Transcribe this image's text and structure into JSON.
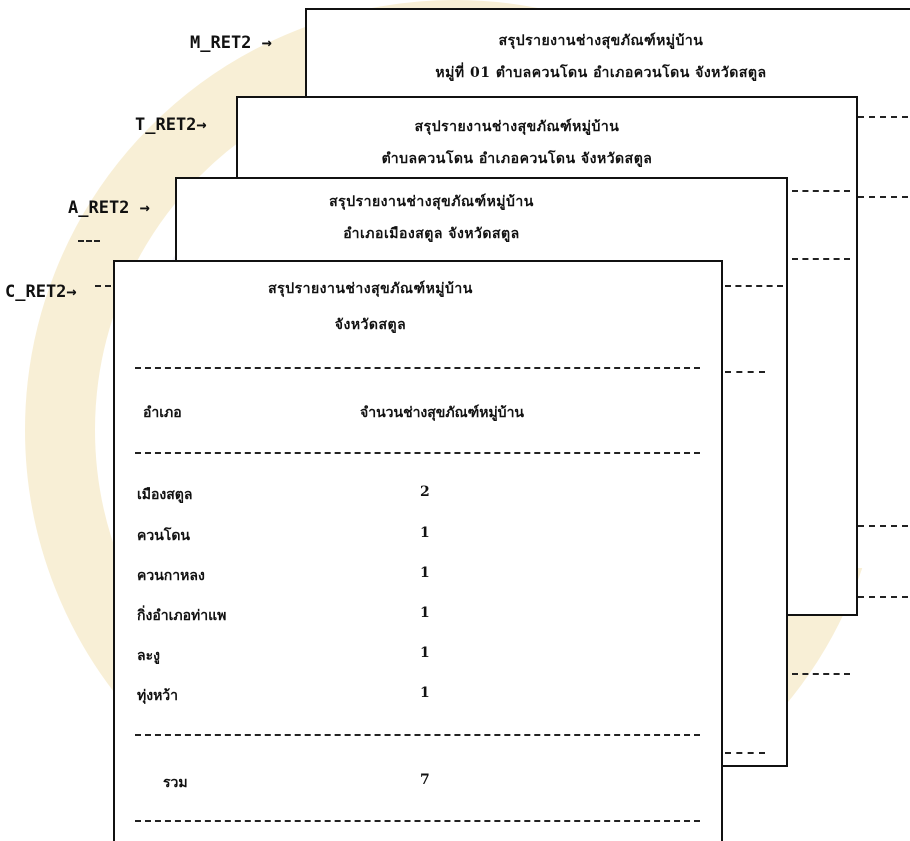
{
  "labels": {
    "m": "M_RET2 →",
    "t": "T_RET2→",
    "a": "A_RET2 →",
    "c": "C_RET2→"
  },
  "sheet_m": {
    "title": "สรุปรายงานช่างสุขภัณฑ์หมู่บ้าน",
    "subtitle": "หมู่ที่ 01 ตำบลควนโดน อำเภอควนโดน  จังหวัดสตูล"
  },
  "sheet_t": {
    "title": "สรุปรายงานช่างสุขภัณฑ์หมู่บ้าน",
    "subtitle": "ตำบลควนโดน อำเภอควนโดน  จังหวัดสตูล"
  },
  "sheet_a": {
    "title": "สรุปรายงานช่างสุขภัณฑ์หมู่บ้าน",
    "subtitle": "อำเภอเมืองสตูล  จังหวัดสตูล"
  },
  "sheet_c": {
    "title": "สรุปรายงานช่างสุขภัณฑ์หมู่บ้าน",
    "subtitle": "จังหวัดสตูล",
    "col_district": "อำเภอ",
    "col_count": "จำนวนช่างสุขภัณฑ์หมู่บ้าน",
    "rows": [
      {
        "name": "เมืองสตูล",
        "value": "2"
      },
      {
        "name": "ควนโดน",
        "value": "1"
      },
      {
        "name": "ควนกาหลง",
        "value": "1"
      },
      {
        "name": "กิ่งอำเภอท่าแพ",
        "value": "1"
      },
      {
        "name": "ละงู",
        "value": "1"
      },
      {
        "name": "ทุ่งหว้า",
        "value": "1"
      }
    ],
    "total_label": "รวม",
    "total_value": "7"
  },
  "colors": {
    "watermark_ring": "#f3e1b4",
    "watermark_fill": "#e4e6f4",
    "ink": "#111111"
  }
}
